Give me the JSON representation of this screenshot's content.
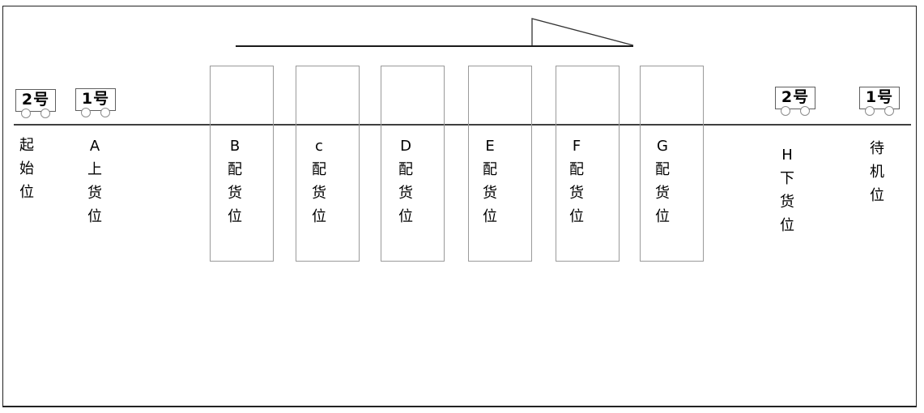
{
  "stations": [
    {
      "id": "start",
      "label": "起\n始\n位",
      "has_box": false
    },
    {
      "id": "A",
      "label": "A\n上\n货\n位",
      "has_box": false
    },
    {
      "id": "B",
      "label": "B\n配\n货\n位",
      "has_box": true
    },
    {
      "id": "C",
      "label": "c\n配\n货\n位",
      "has_box": true
    },
    {
      "id": "D",
      "label": "D\n配\n货\n位",
      "has_box": true
    },
    {
      "id": "E",
      "label": "E\n配\n货\n位",
      "has_box": true
    },
    {
      "id": "F",
      "label": "F\n配\n货\n位",
      "has_box": true
    },
    {
      "id": "G",
      "label": "G\n配\n货\n位",
      "has_box": true
    },
    {
      "id": "H",
      "label": "H\n下\n货\n位",
      "has_box": false
    },
    {
      "id": "standby",
      "label": "待\n机\n位",
      "has_box": false
    }
  ],
  "carts": [
    {
      "id": "left-2",
      "side": "left",
      "label": "2号"
    },
    {
      "id": "left-1",
      "side": "left",
      "label": "1号"
    },
    {
      "id": "right-2",
      "side": "right",
      "label": "2号"
    },
    {
      "id": "right-1",
      "side": "right",
      "label": "1号"
    }
  ],
  "colors": {
    "background": "#ffffff",
    "text-color": "#000000",
    "line-color": "#3f3f3f",
    "frame-color": "#222222",
    "box-border": "#9a9a9a",
    "cart-border": "#5f5f5f",
    "wheel-border": "#8c8c8c",
    "flag-color": "#1a1a1a"
  }
}
